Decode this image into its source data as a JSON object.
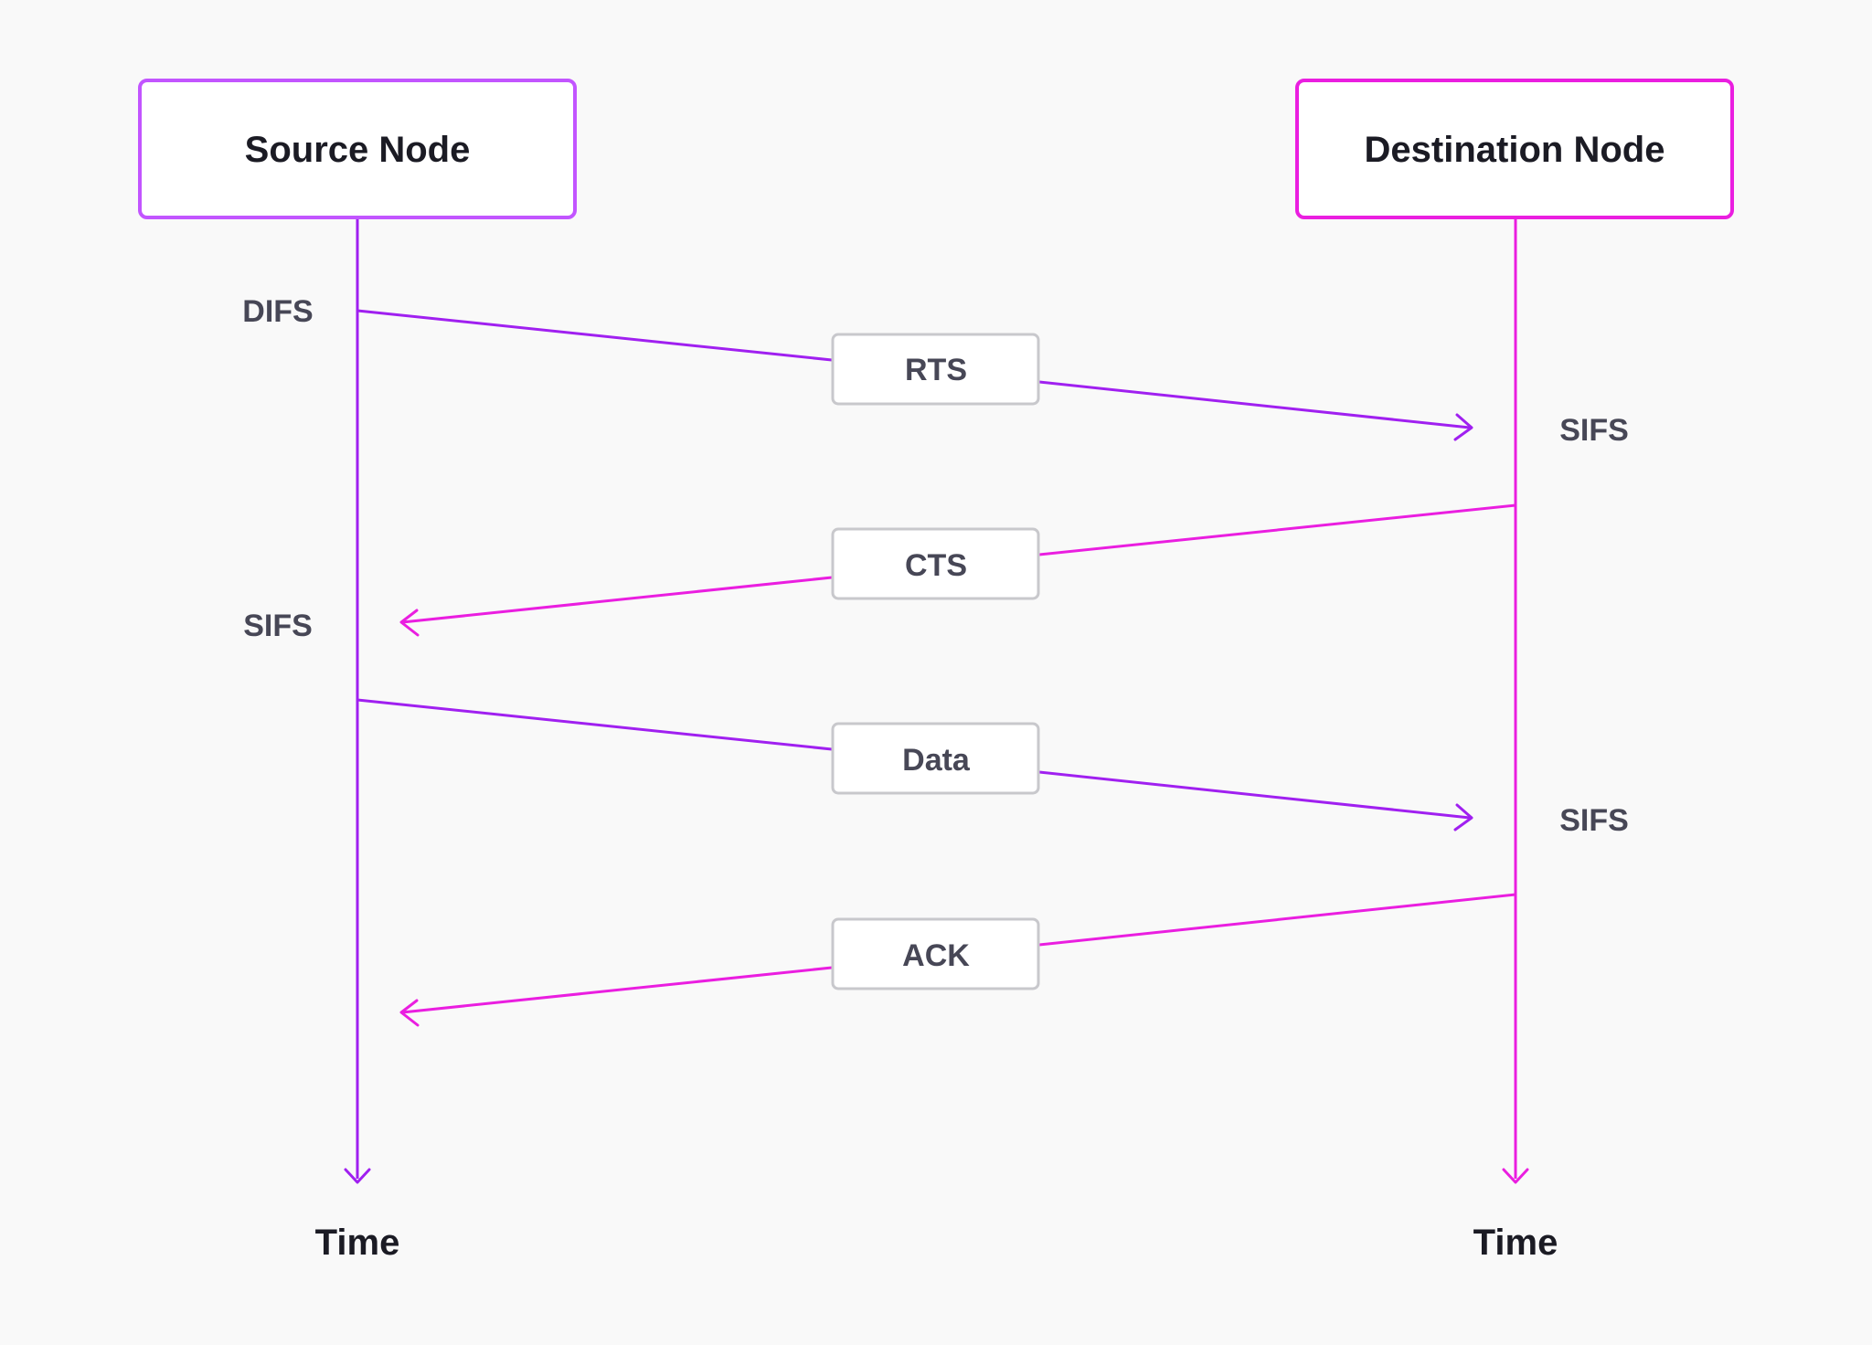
{
  "colors": {
    "background": "#f9f9f9",
    "source": "#a020f0",
    "source_box": "#c255ff",
    "destination": "#ea1ee0",
    "message_box_border": "#c8c8cc",
    "text_dark": "#1b1b24",
    "text_muted": "#474756"
  },
  "nodes": {
    "source": {
      "label": "Source Node",
      "time_label": "Time"
    },
    "destination": {
      "label": "Destination Node",
      "time_label": "Time"
    }
  },
  "messages": [
    {
      "label": "RTS",
      "direction": "source-to-destination"
    },
    {
      "label": "CTS",
      "direction": "destination-to-source"
    },
    {
      "label": "Data",
      "direction": "source-to-destination"
    },
    {
      "label": "ACK",
      "direction": "destination-to-source"
    }
  ],
  "intervals": {
    "source_difs": "DIFS",
    "source_sifs": "SIFS",
    "destination_sifs_1": "SIFS",
    "destination_sifs_2": "SIFS"
  }
}
